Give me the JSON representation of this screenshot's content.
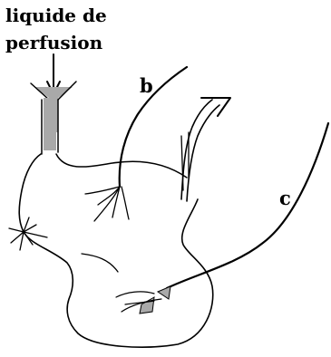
{
  "title": {
    "line1": "liquide de",
    "line2": "perfusion"
  },
  "labels": {
    "b": "b",
    "c": "c"
  },
  "colors": {
    "ink": "#000000",
    "cannula_fill": "#a9a9a9",
    "background": "#ffffff"
  }
}
